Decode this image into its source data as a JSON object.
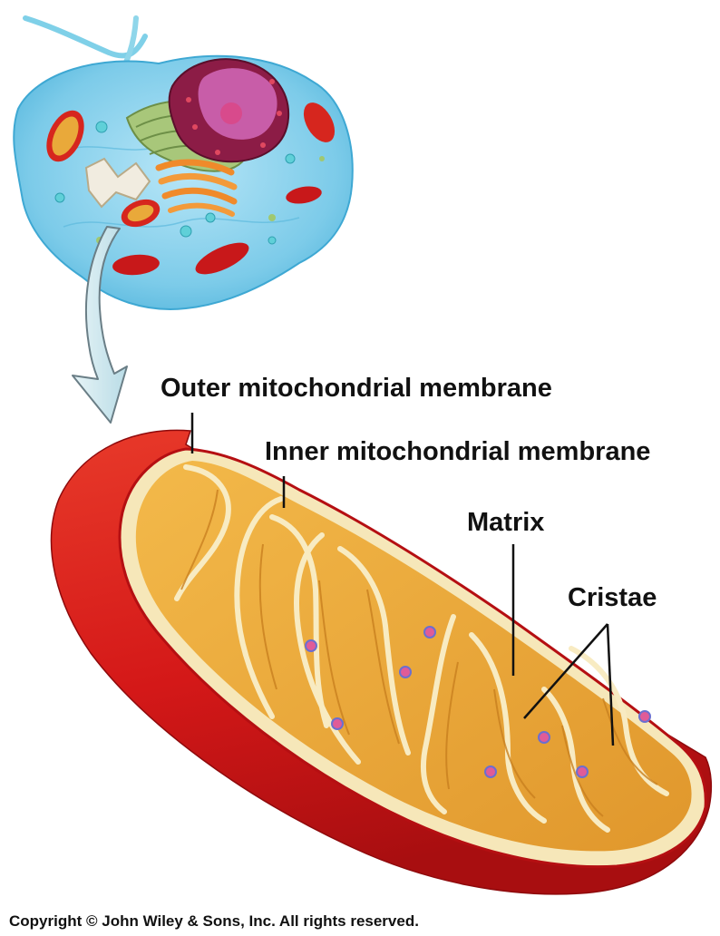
{
  "labels": {
    "outer_membrane": "Outer mitochondrial membrane",
    "inner_membrane": "Inner mitochondrial membrane",
    "matrix": "Matrix",
    "cristae": "Cristae"
  },
  "copyright": "Copyright © John Wiley & Sons, Inc. All rights reserved.",
  "colors": {
    "outer_membrane": "#d81e1e",
    "matrix": "#e9a93a",
    "cell_cytoplasm": "#8fd3ee",
    "nucleus": "#c0357a"
  }
}
